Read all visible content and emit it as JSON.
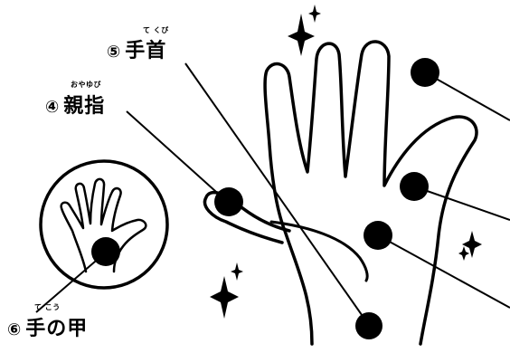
{
  "labels": {
    "wrist": {
      "num": "⑤",
      "text": "手首",
      "ruby": "て くび"
    },
    "thumb": {
      "num": "④",
      "text": "親指",
      "ruby": "おやゆび"
    },
    "back": {
      "num": "⑥",
      "text": "手の甲",
      "ruby": "て      こう"
    }
  },
  "colors": {
    "ink": "#000000",
    "paper": "#ffffff"
  },
  "decorations": [
    "sparkle-icon",
    "sparkle-icon",
    "sparkle-icon",
    "sparkle-icon"
  ]
}
